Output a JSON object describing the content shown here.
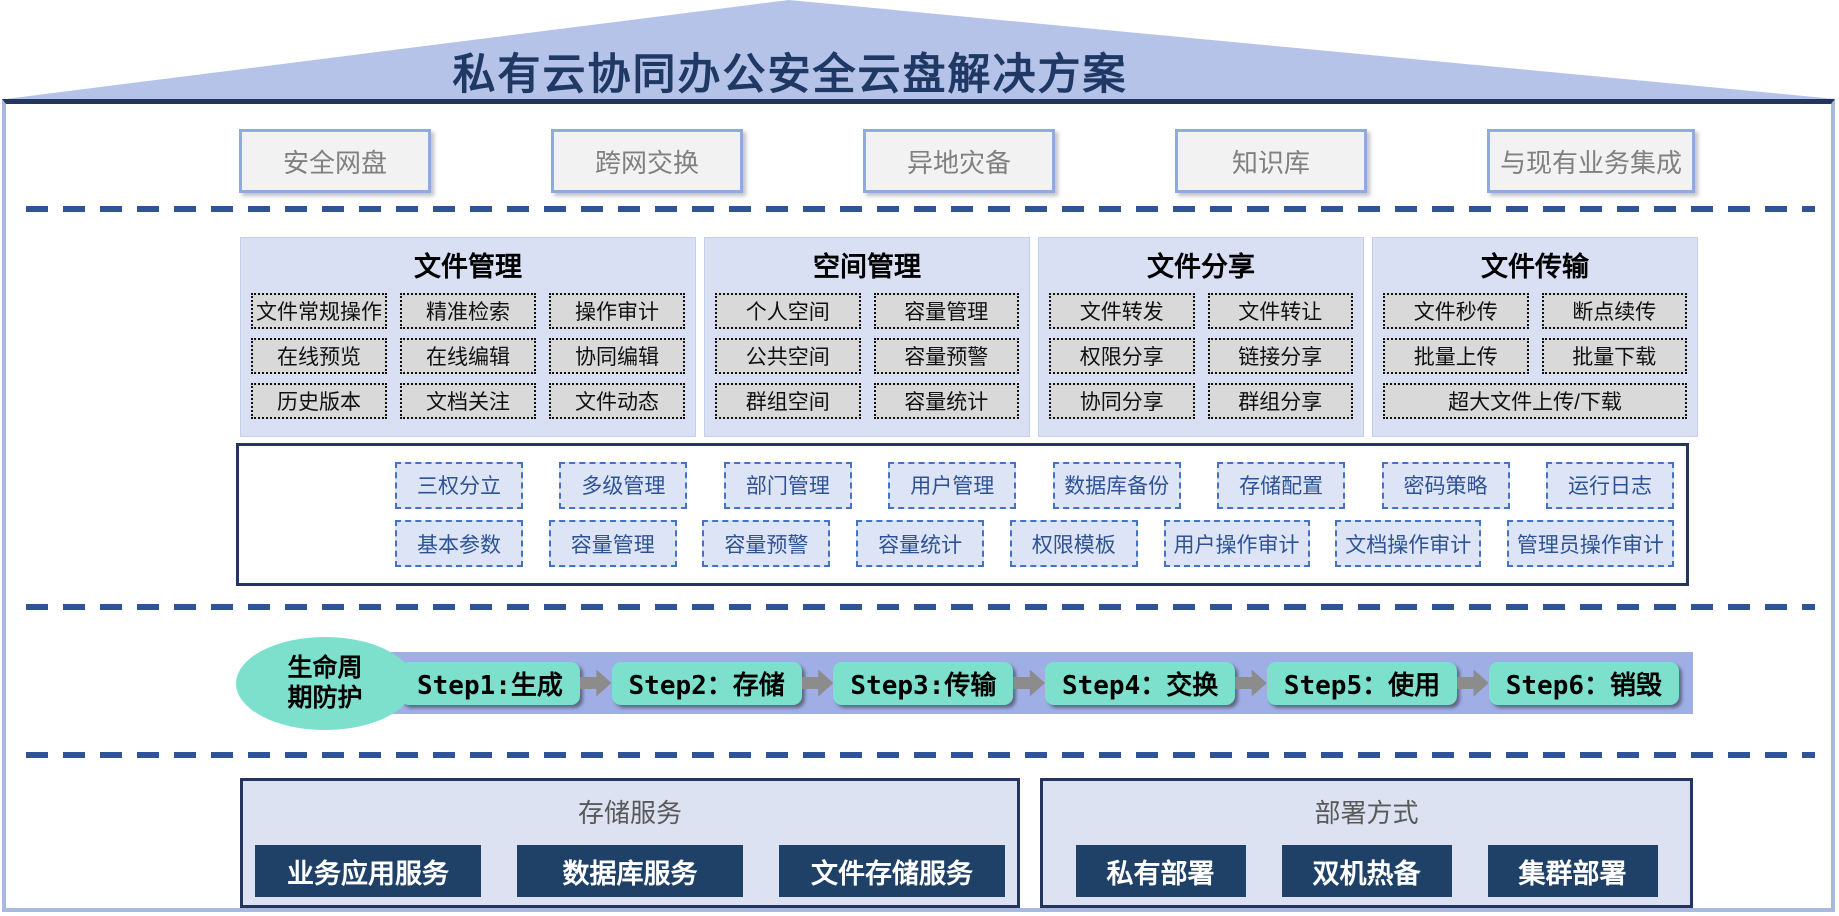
{
  "title": "私有云协同办公安全云盘解决方案",
  "top_row": [
    "安全网盘",
    "跨网交换",
    "异地灾备",
    "知识库",
    "与现有业务集成"
  ],
  "feature_columns": [
    {
      "title": "文件管理",
      "rows": [
        [
          "文件常规操作",
          "精准检索",
          "操作审计"
        ],
        [
          "在线预览",
          "在线编辑",
          "协同编辑"
        ],
        [
          "历史版本",
          "文档关注",
          "文件动态"
        ]
      ]
    },
    {
      "title": "空间管理",
      "rows": [
        [
          "个人空间",
          "容量管理"
        ],
        [
          "公共空间",
          "容量预警"
        ],
        [
          "群组空间",
          "容量统计"
        ]
      ]
    },
    {
      "title": "文件分享",
      "rows": [
        [
          "文件转发",
          "文件转让"
        ],
        [
          "权限分享",
          "链接分享"
        ],
        [
          "协同分享",
          "群组分享"
        ]
      ]
    },
    {
      "title": "文件传输",
      "rows": [
        [
          "文件秒传",
          "断点续传"
        ],
        [
          "批量上传",
          "批量下载"
        ],
        [
          "超大文件上传/下载"
        ]
      ]
    }
  ],
  "admin_rows": [
    [
      "三权分立",
      "多级管理",
      "部门管理",
      "用户管理",
      "数据库备份",
      "存储配置",
      "密码策略",
      "运行日志"
    ],
    [
      "基本参数",
      "容量管理",
      "容量预警",
      "容量统计",
      "权限模板",
      "用户操作审计",
      "文档操作审计",
      "管理员操作审计"
    ]
  ],
  "lifecycle": {
    "badge_line1": "生命周",
    "badge_line2": "期防护",
    "steps": [
      "Step1:生成",
      "Step2：存储",
      "Step3:传输",
      "Step4：交换",
      "Step5：使用",
      "Step6：销毁"
    ]
  },
  "bottom_sections": [
    {
      "title": "存储服务",
      "items": [
        "业务应用服务",
        "数据库服务",
        "文件存储服务"
      ]
    },
    {
      "title": "部署方式",
      "items": [
        "私有部署",
        "双机热备",
        "集群部署"
      ]
    }
  ],
  "colors": {
    "roof_fill": "#b5c3e8",
    "title_text": "#1f3864",
    "frame_border": "#a9b9e0",
    "frame_top_border": "#24355e",
    "tab_fill": "#f2f2f2",
    "tab_border": "#8faadc",
    "tab_text": "#808080",
    "separator_dash": "#2f5496",
    "column_fill": "#d9e0f4",
    "feature_item_fill": "#d9d9d9",
    "admin_item_fill": "#dce4f6",
    "admin_item_border": "#4472c4",
    "admin_item_text": "#2e5395",
    "lifecycle_bar": "#9fafe6",
    "lifecycle_teal": "#7ce0cd",
    "step_arrow_gray": "#8c8c8c",
    "bottom_box_fill": "#dce2f2",
    "bottom_button_navy": "#1f4168"
  }
}
